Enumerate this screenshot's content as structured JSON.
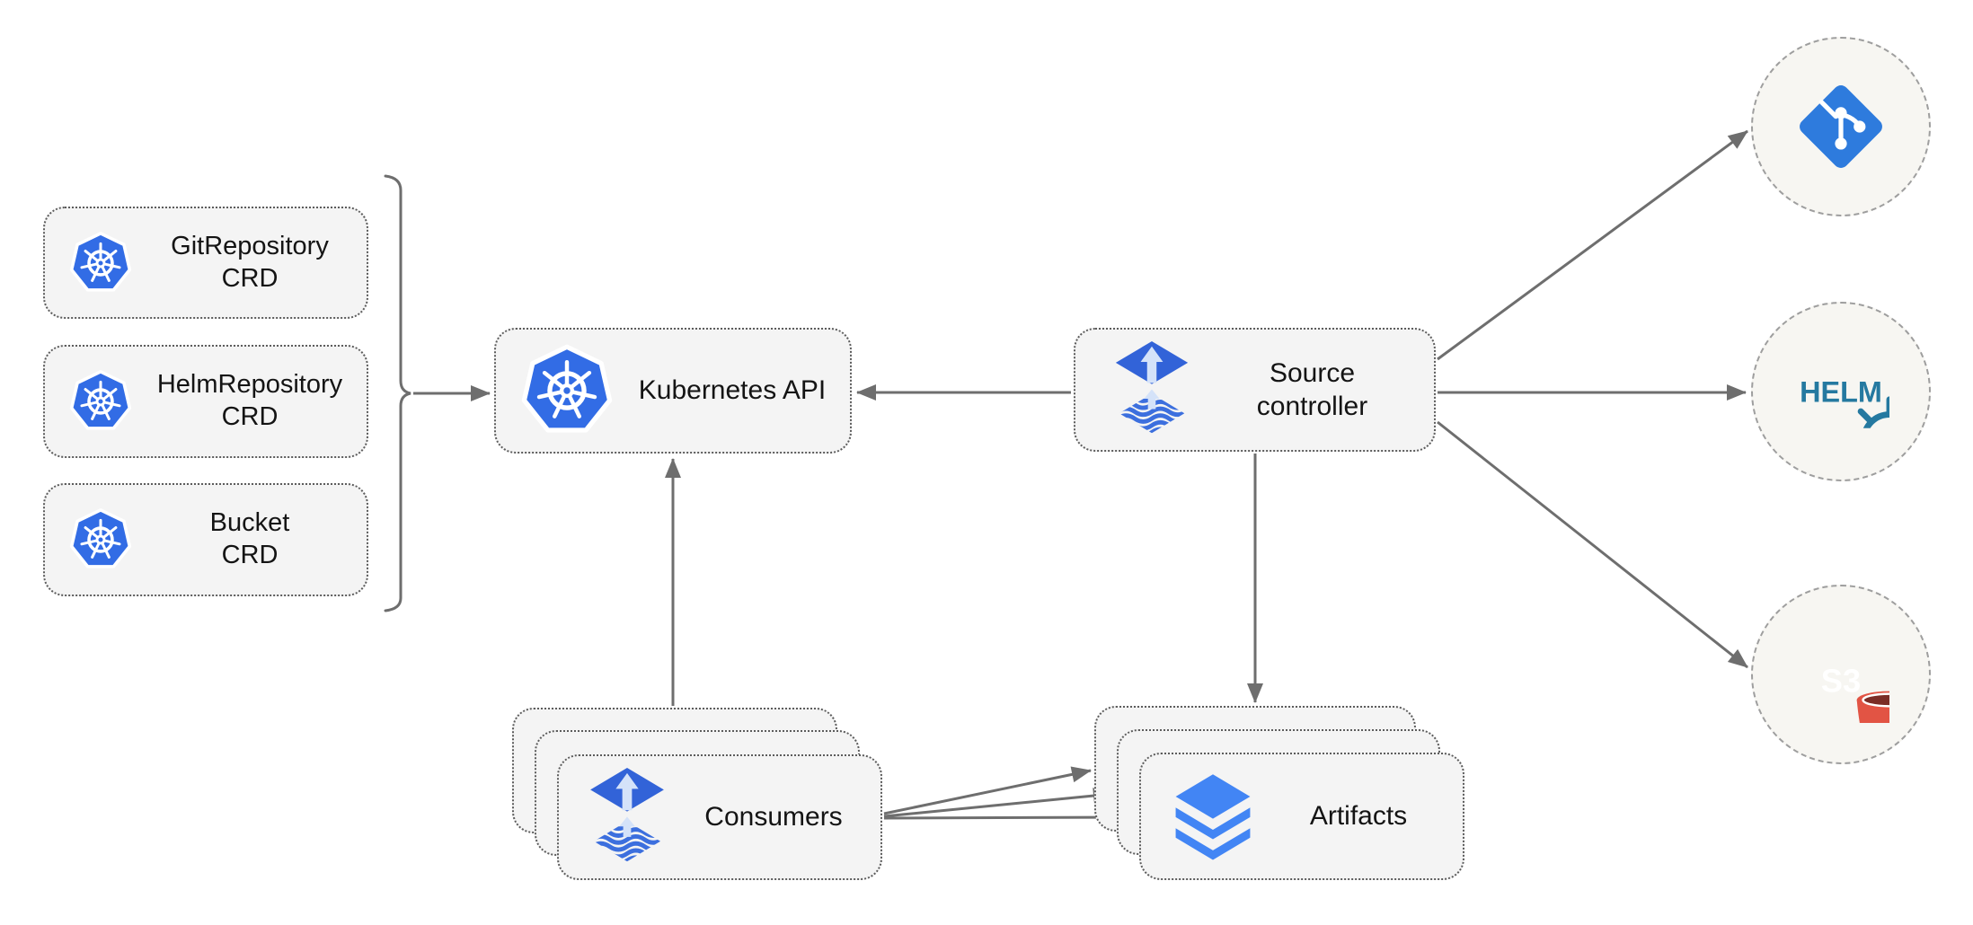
{
  "diagram": {
    "description": "Flux source-controller architecture diagram",
    "nodes": {
      "gitRepositoryCrd": {
        "line1": "GitRepository",
        "line2": "CRD",
        "icon": "kubernetes-icon"
      },
      "helmRepositoryCrd": {
        "line1": "HelmRepository",
        "line2": "CRD",
        "icon": "kubernetes-icon"
      },
      "bucketCrd": {
        "line1": "Bucket",
        "line2": "CRD",
        "icon": "kubernetes-icon"
      },
      "kubernetesApi": {
        "label": "Kubernetes API",
        "icon": "kubernetes-icon"
      },
      "sourceController": {
        "line1": "Source",
        "line2": "controller",
        "icon": "flux-icon"
      },
      "consumers": {
        "label": "Consumers",
        "icon": "flux-icon",
        "stacked": 3
      },
      "artifacts": {
        "label": "Artifacts",
        "icon": "layers-icon",
        "stacked": 3
      },
      "gitProvider": {
        "icon": "git-icon"
      },
      "helmProvider": {
        "icon": "helm-icon",
        "label": "HELM"
      },
      "s3Provider": {
        "icon": "s3-bucket-icon",
        "label": "S3"
      }
    },
    "edges": [
      {
        "from": "crd-bracket",
        "to": "kubernetesApi"
      },
      {
        "from": "sourceController",
        "to": "kubernetesApi"
      },
      {
        "from": "consumers",
        "to": "kubernetesApi"
      },
      {
        "from": "sourceController",
        "to": "artifacts"
      },
      {
        "from": "sourceController",
        "to": "gitProvider"
      },
      {
        "from": "sourceController",
        "to": "helmProvider"
      },
      {
        "from": "sourceController",
        "to": "s3Provider"
      },
      {
        "from": "consumers",
        "to": "artifacts"
      },
      {
        "from": "consumers",
        "to": "artifacts"
      },
      {
        "from": "consumers",
        "to": "artifacts"
      }
    ],
    "colors": {
      "boxFill": "#f4f4f4",
      "boxBorder": "#5c5c5c",
      "circleFill": "#f7f6f2",
      "circleBorder": "#9e9e9e",
      "arrow": "#6e6e6e",
      "kubernetesBlue": "#326ce5",
      "fluxBlue": "#3263d8",
      "fluxArrowLight": "#d4e2f9",
      "layersBlue": "#4285f4",
      "gitBlue": "#2e7bdd",
      "helmTeal": "#2579a0",
      "s3Red": "#e25444",
      "s3DarkRed": "#7b2d26"
    }
  }
}
